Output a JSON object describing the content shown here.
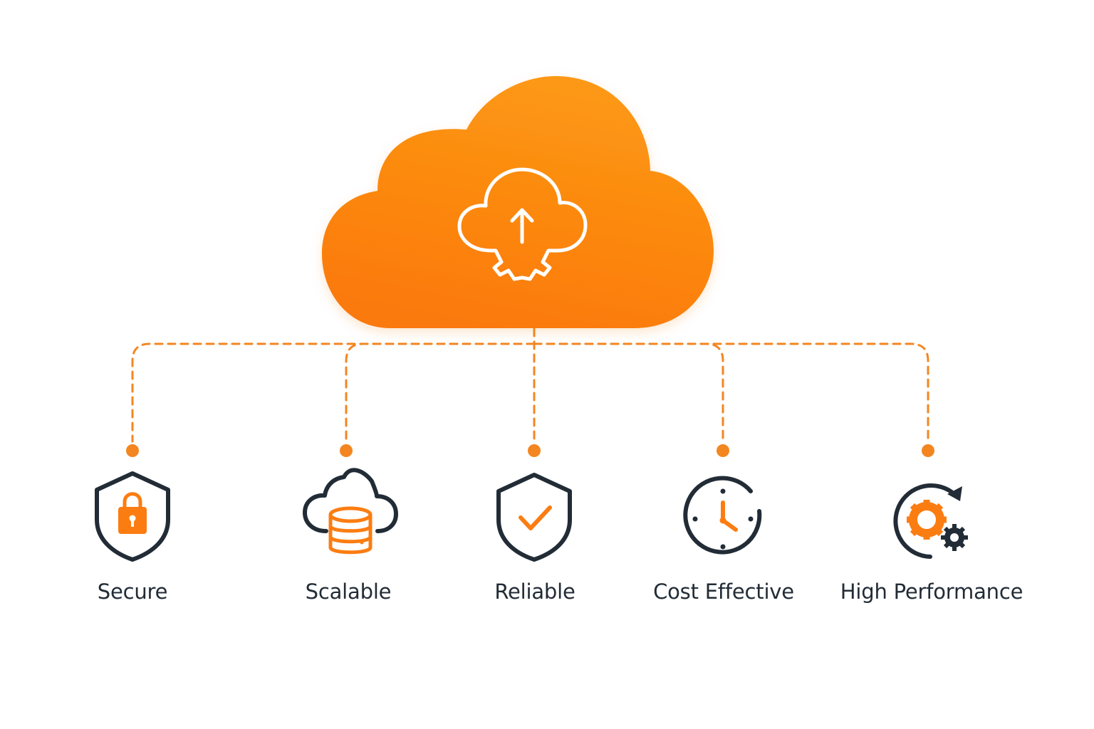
{
  "colors": {
    "accent": "#fb7d12",
    "accent_light": "#fd9a14",
    "icon_dark": "#222c36",
    "connector": "#f38621",
    "background": "#ffffff"
  },
  "hub": {
    "icon": "cloud-upload-gear-icon"
  },
  "features": [
    {
      "label": "Secure",
      "icon": "shield-lock-icon"
    },
    {
      "label": "Scalable",
      "icon": "cloud-database-icon"
    },
    {
      "label": "Reliable",
      "icon": "shield-check-icon"
    },
    {
      "label": "Cost Effective",
      "icon": "clock-icon"
    },
    {
      "label": "High Performance",
      "icon": "gears-refresh-icon"
    }
  ]
}
